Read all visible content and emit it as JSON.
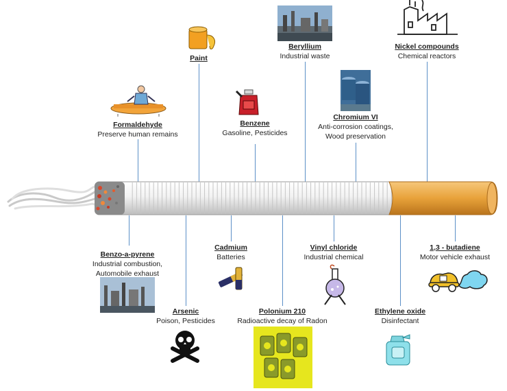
{
  "top": [
    {
      "key": "formaldehyde",
      "name": "Formaldehyde",
      "desc": [
        "Preserve human remains"
      ],
      "icon": "embalmer-icon"
    },
    {
      "key": "paint",
      "name": "Paint",
      "desc": [],
      "icon": "paint-can-icon"
    },
    {
      "key": "benzene",
      "name": "Benzene",
      "desc": [
        "Gasoline, Pesticides"
      ],
      "icon": "gas-can-icon"
    },
    {
      "key": "beryllium",
      "name": "Beryllium",
      "desc": [
        "Industrial waste"
      ],
      "icon": "factory-photo-icon"
    },
    {
      "key": "chromium",
      "name": "Chromium VI",
      "desc": [
        "Anti-corrosion coatings,",
        "Wood preservation"
      ],
      "icon": "barrels-photo-icon"
    },
    {
      "key": "nickel",
      "name": "Nickel compounds",
      "desc": [
        "Chemical reactors"
      ],
      "icon": "factory-sketch-icon"
    }
  ],
  "bottom": [
    {
      "key": "benzo",
      "name": "Benzo-a-pyrene",
      "desc": [
        "Industrial combustion,",
        "Automobile exhaust"
      ],
      "icon": "refinery-photo-icon"
    },
    {
      "key": "arsenic",
      "name": "Arsenic",
      "desc": [
        "Poison, Pesticides"
      ],
      "icon": "skull-crossbones-icon"
    },
    {
      "key": "cadmium",
      "name": "Cadmium",
      "desc": [
        "Batteries"
      ],
      "icon": "batteries-icon"
    },
    {
      "key": "polonium",
      "name": "Polonium 210",
      "desc": [
        "Radioactive decay of Radon"
      ],
      "icon": "radioactive-barrels-icon"
    },
    {
      "key": "vinyl",
      "name": "Vinyl chloride",
      "desc": [
        "Industrial chemical"
      ],
      "icon": "flask-icon"
    },
    {
      "key": "ethylene",
      "name": "Ethylene oxide",
      "desc": [
        "Disinfectant"
      ],
      "icon": "spray-bottle-icon"
    },
    {
      "key": "butadiene",
      "name": "1,3 - butadiene",
      "desc": [
        "Motor vehicle exhaust"
      ],
      "icon": "car-exhaust-icon"
    }
  ],
  "colors": {
    "line": "#5b8fc7",
    "filter": "#e8a23a",
    "paper": "#f4f4f4",
    "ember": "#d9472b"
  }
}
